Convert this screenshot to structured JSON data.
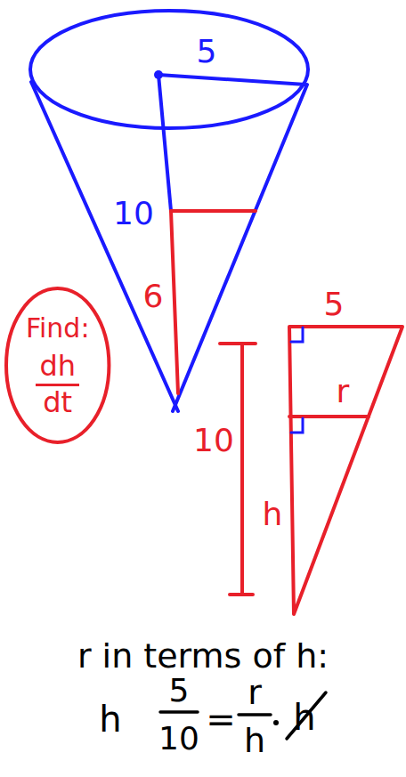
{
  "diagram": {
    "nodes": [
      {
        "text": [
          "Find:",
          "dh",
          "dt"
        ]
      }
    ],
    "labels": [
      "5",
      "10",
      "6",
      "10",
      "5",
      "r",
      "h",
      "r in terms of h:",
      "h",
      "5",
      "10",
      "=",
      "r",
      "h",
      "h"
    ]
  }
}
